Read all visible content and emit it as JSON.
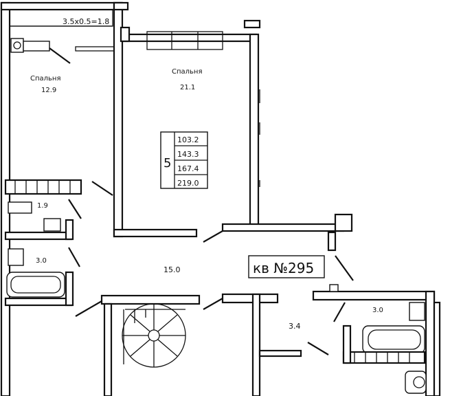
{
  "balcony": {
    "label": "3.5x0.5=1.8"
  },
  "rooms": [
    {
      "id": "bedroom-1",
      "name": "Спальня",
      "area": "12.9"
    },
    {
      "id": "bedroom-2",
      "name": "Спальня",
      "area": "21.1"
    },
    {
      "id": "toilet",
      "name": "",
      "area": "1.9"
    },
    {
      "id": "bathroom-left",
      "name": "",
      "area": "3.0"
    },
    {
      "id": "hall",
      "name": "",
      "area": "15.0"
    },
    {
      "id": "corridor",
      "name": "",
      "area": "3.4"
    },
    {
      "id": "bathroom-right",
      "name": "",
      "area": "3.0"
    }
  ],
  "summary": {
    "rooms_count": "5",
    "areas": [
      "103.2",
      "143.3",
      "167.4",
      "219.0"
    ]
  },
  "apartment": {
    "label": "кв №295"
  }
}
